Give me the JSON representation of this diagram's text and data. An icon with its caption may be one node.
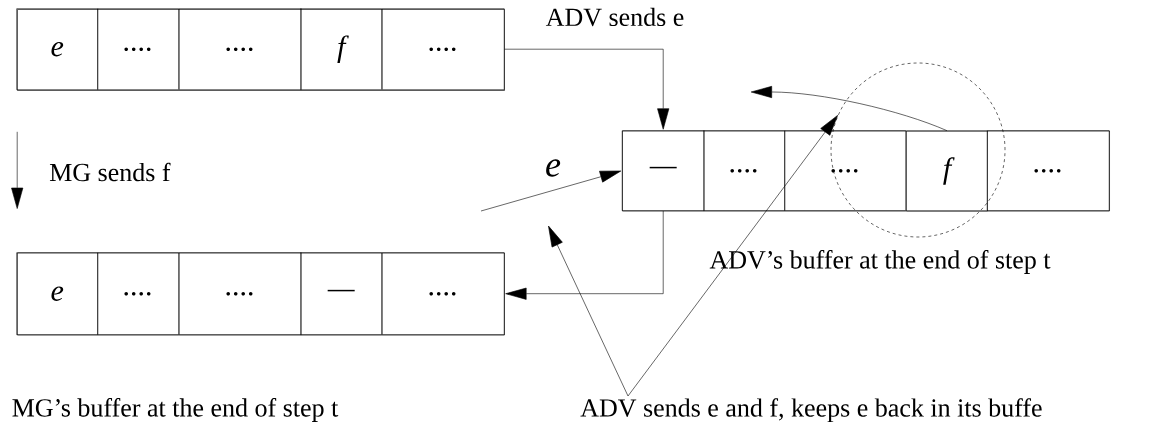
{
  "diagram": {
    "nodes": [
      {
        "text": [],
        "shape": "box"
      },
      {
        "text": [
          "e"
        ],
        "in": 0
      },
      {
        "text": [
          "...."
        ],
        "in": 0
      },
      {
        "text": [
          "...."
        ],
        "in": 0
      },
      {
        "text": [
          "f"
        ],
        "in": 0
      },
      {
        "text": [
          "...."
        ],
        "in": 0
      },
      {
        "text": [],
        "shape": "box"
      },
      {
        "text": [
          "—"
        ],
        "in": 6
      },
      {
        "text": [
          "...."
        ],
        "in": 6
      },
      {
        "text": [
          "...."
        ],
        "in": 6
      },
      {
        "text": [
          "f"
        ]
      },
      {
        "text": [
          "...."
        ],
        "in": 6
      },
      {
        "text": [],
        "shape": "box",
        "beside": [
          "MG’s buffer at the end of step t"
        ]
      },
      {
        "text": [
          "e"
        ],
        "in": 12
      },
      {
        "text": [
          "...."
        ],
        "in": 12
      },
      {
        "text": [
          "...."
        ],
        "in": 12
      },
      {
        "text": [
          "—"
        ],
        "in": 12
      },
      {
        "text": [
          "...."
        ],
        "in": 12
      },
      {
        "text": [],
        "shape": "circle"
      },
      {
        "text": [
          "ADV sends e and f, keeps e back in its buffe"
        ]
      }
    ],
    "edges": [
      {
        "from": 0,
        "to": 12,
        "arrow": "to",
        "label": "MG sends f"
      },
      {
        "from": 5,
        "to": 7,
        "arrow": "to"
      },
      {
        "from": null,
        "to": 7,
        "arrow": "to",
        "label": "e"
      },
      {
        "from": 7,
        "to": 17,
        "arrow": "to"
      },
      {
        "from": 10,
        "to": null,
        "arrow": "to"
      },
      {
        "from": 19,
        "to": null,
        "arrow": "to"
      },
      {
        "from": 19,
        "to": 18,
        "arrow": "to"
      }
    ],
    "labels": [
      "ADV sends e",
      "ADV’s buffer at the end of step t"
    ]
  }
}
